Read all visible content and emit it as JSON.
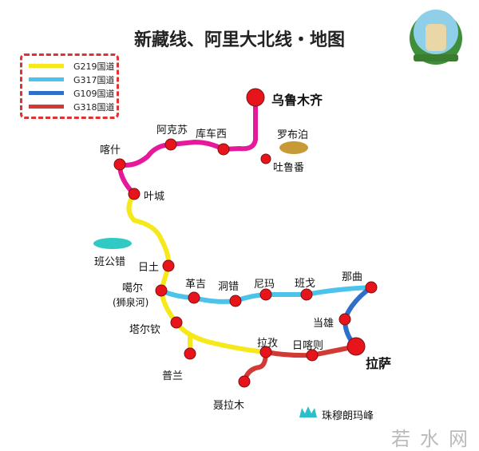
{
  "title": "新藏线、阿里大北线・地图",
  "legend": [
    {
      "label": "G219国道",
      "color": "#f5e81b"
    },
    {
      "label": "G317国道",
      "color": "#4cc3ea"
    },
    {
      "label": "G109国道",
      "color": "#2f6fc9"
    },
    {
      "label": "G318国道",
      "color": "#d23a35"
    }
  ],
  "route_colors": {
    "xinjiang": "#e6199b",
    "g219": "#f5e81b",
    "g317": "#4cc3ea",
    "g109": "#2f6fc9",
    "g318": "#d23a35"
  },
  "places": {
    "urumqi": "乌鲁木齐",
    "kuqa": "库车西",
    "aksu": "阿克苏",
    "kashgar": "喀什",
    "yecheng": "叶城",
    "lop": "罗布泊",
    "turpan": "吐鲁番",
    "bangong": "班公错",
    "rutog": "日土",
    "gar": "噶尔",
    "shiquanhe": "(狮泉河)",
    "geji": "革吉",
    "dongco": "洞错",
    "nyima": "尼玛",
    "baingoin": "班戈",
    "nagqu": "那曲",
    "damxung": "当雄",
    "lhasa": "拉萨",
    "shigatse": "日喀则",
    "lhatse": "拉孜",
    "tarchen": "塔尔钦",
    "burang": "普兰",
    "nyalam": "聂拉木",
    "everest": "珠穆朗玛峰"
  },
  "watermark": "若水网"
}
